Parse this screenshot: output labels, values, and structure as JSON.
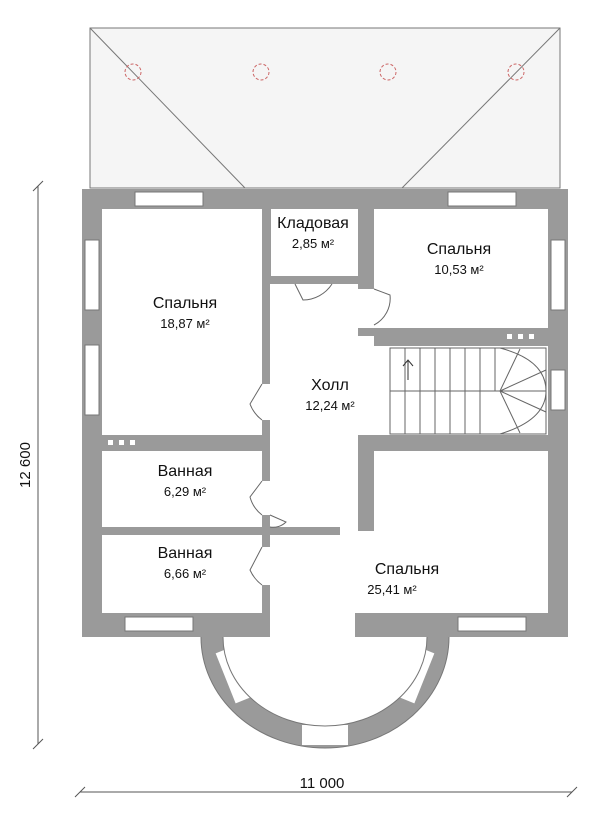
{
  "plan": {
    "dimensions": {
      "width_label": "11 000",
      "height_label": "12 600"
    },
    "rooms": [
      {
        "id": "bedroom-left",
        "name": "Спальня",
        "area": "18,87 м²"
      },
      {
        "id": "storage",
        "name": "Кладовая",
        "area": "2,85 м²"
      },
      {
        "id": "bedroom-top-right",
        "name": "Спальня",
        "area": "10,53 м²"
      },
      {
        "id": "hall",
        "name": "Холл",
        "area": "12,24 м²"
      },
      {
        "id": "bathroom-1",
        "name": "Ванная",
        "area": "6,29 м²"
      },
      {
        "id": "bathroom-2",
        "name": "Ванная",
        "area": "6,66 м²"
      },
      {
        "id": "bedroom-bottom-right",
        "name": "Спальня",
        "area": "25,41 м²"
      }
    ],
    "colors": {
      "wall": "#9a9a9a",
      "line": "#555555",
      "roof": "#f4f4f4"
    }
  }
}
